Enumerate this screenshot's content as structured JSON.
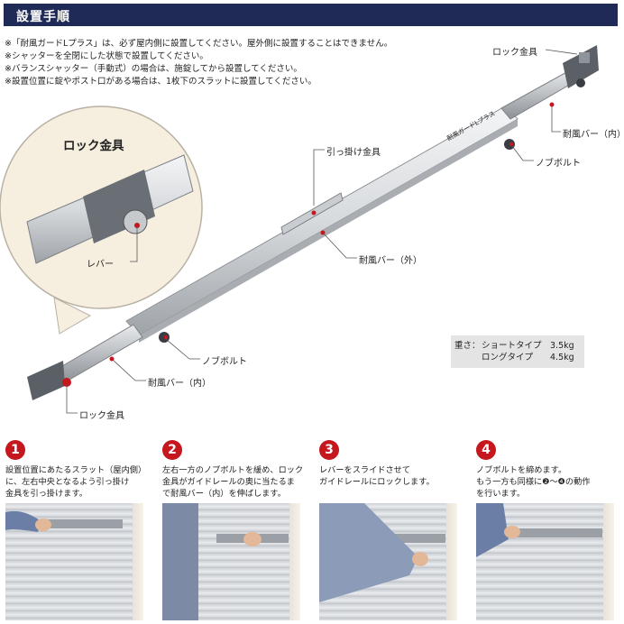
{
  "header": {
    "title": "設置手順"
  },
  "notes": [
    "※「耐風ガードLプラス」は、必ず屋内側に設置してください。屋外側に設置することはできません。",
    "※シャッターを全閉にした状態で設置してください。",
    "※バランスシャッター（手動式）の場合は、施錠してから設置してください。",
    "※設置位置に錠やポスト口がある場合は、1枚下のスラットに設置してください。"
  ],
  "diagram": {
    "zoom_title": "ロック金具",
    "labels": {
      "lock_top": "ロック金具",
      "inner_bar_top": "耐風バー（内）",
      "knob_bolt_top": "ノブボルト",
      "hook": "引っ掛け金具",
      "outer_bar": "耐風バー（外）",
      "lever": "レバー",
      "knob_bolt_bottom": "ノブボルト",
      "inner_bar_bottom": "耐風バー（内）",
      "lock_bottom": "ロック金具"
    },
    "bar_print": "耐風ガードLプラス"
  },
  "weight": {
    "label": "重さ：",
    "rows": [
      {
        "type": "ショートタイプ",
        "value": "3.5kg"
      },
      {
        "type": "ロングタイプ",
        "value": "4.5kg"
      }
    ]
  },
  "steps": [
    {
      "number": "1",
      "lines": [
        "設置位置にあたるスラット（屋内側）",
        "に、左右中央となるよう引っ掛け",
        "金具を引っ掛けます。"
      ]
    },
    {
      "number": "2",
      "lines": [
        "左右一方のノブボルトを緩め、ロック",
        "金具がガイドレールの奥に当たるま",
        "で耐風バー（内）を伸ばします。"
      ]
    },
    {
      "number": "3",
      "lines": [
        "レバーをスライドさせて",
        "ガイドレールにロックします。"
      ]
    },
    {
      "number": "4",
      "lines": [
        "ノブボルトを締めます。",
        "もう一方も同様に❷〜❹の動作",
        "を行います。"
      ]
    }
  ],
  "colors": {
    "header": "#1f2a57",
    "accent": "#c4171e",
    "bar": "#d9dcdf"
  }
}
